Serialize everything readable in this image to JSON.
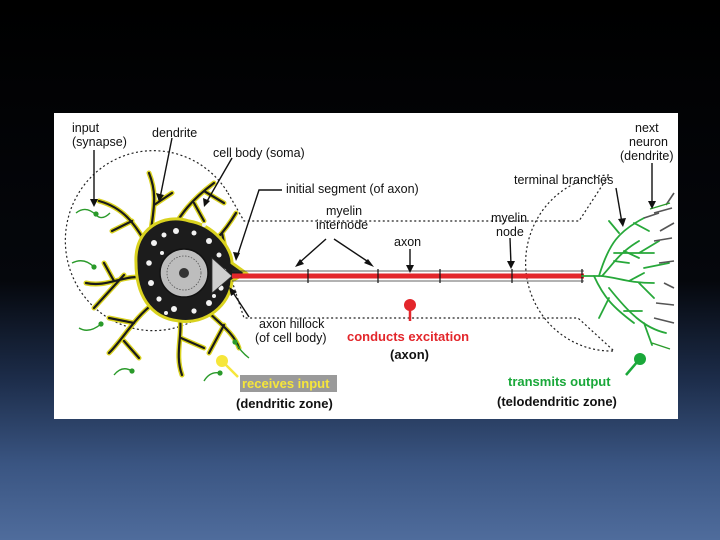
{
  "labels": {
    "input": [
      "input",
      "(synapse)"
    ],
    "dendrite": "dendrite",
    "cell_body": "cell body (soma)",
    "initial_segment": "initial segment (of axon)",
    "myelin_internode": [
      "myelin",
      "internode"
    ],
    "axon": "axon",
    "myelin_node": [
      "myelin",
      "node"
    ],
    "terminal_branches": "terminal branches",
    "next_neuron": [
      "next",
      "neuron",
      "(dendrite)"
    ],
    "axon_hillock": [
      "axon hillock",
      "(of cell body)"
    ],
    "conducts_excitation": "conducts excitation",
    "conducts_excitation_sub": "(axon)",
    "receives_input": "receives input",
    "receives_input_sub": "(dendritic zone)",
    "transmits_output": "transmits output",
    "transmits_output_sub": "(telodendritic zone)"
  },
  "colors": {
    "axon_red": "#e3262b",
    "dendrite_yellow": "#d9d21f",
    "terminal_green": "#27a83a",
    "zone_yellow": "#f6e63a",
    "zone_green": "#1aa83a"
  }
}
